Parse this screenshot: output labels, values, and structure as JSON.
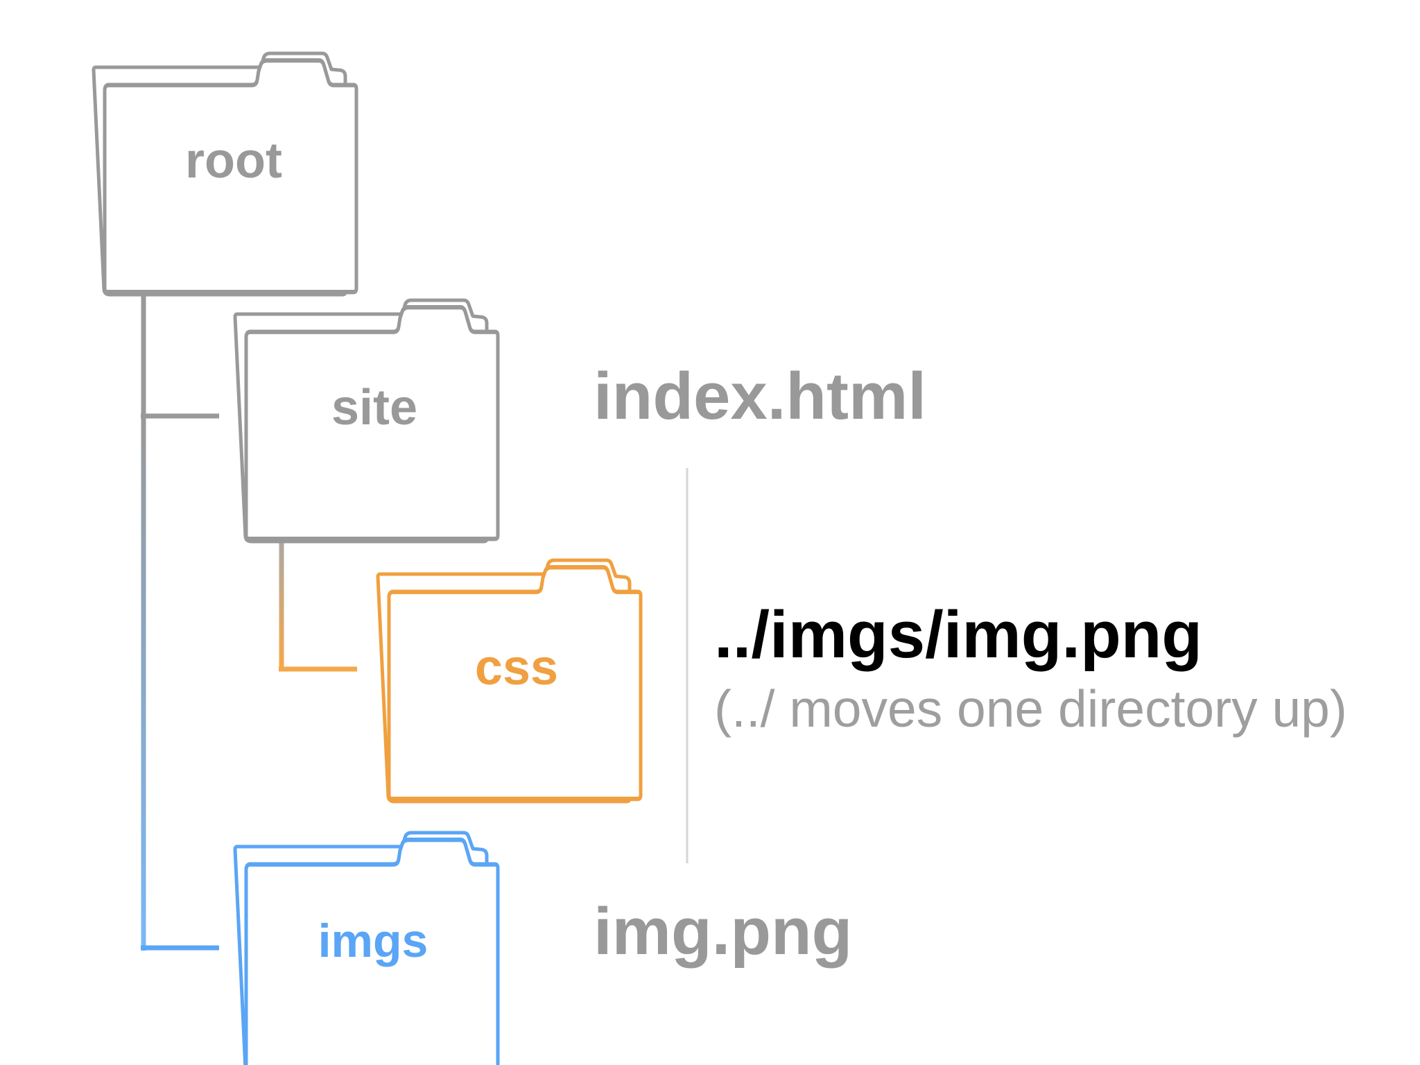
{
  "colors": {
    "neutral": "#999999",
    "orange": "#F0A040",
    "blue": "#5AA5F5",
    "divider": "#d0d0d0",
    "highlight_text": "#000000",
    "note_text": "#9e9e9e"
  },
  "folders": {
    "root": {
      "label": "root",
      "icon": "folder-icon"
    },
    "site": {
      "label": "site",
      "icon": "folder-icon"
    },
    "css": {
      "label": "css",
      "icon": "folder-icon"
    },
    "imgs": {
      "label": "imgs",
      "icon": "folder-icon"
    }
  },
  "files": {
    "index": "index.html",
    "img": "img.png"
  },
  "relative_path": {
    "path": "../imgs/img.png",
    "note": "(../ moves one directory up)"
  }
}
